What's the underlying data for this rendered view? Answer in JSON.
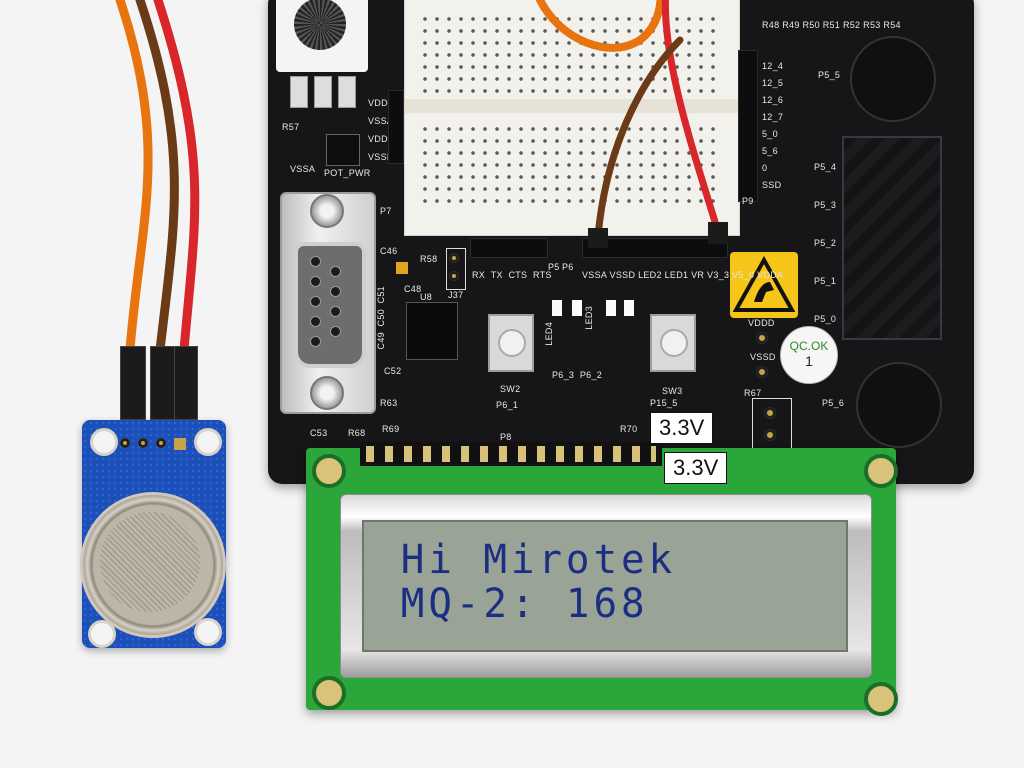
{
  "lcd": {
    "line1": "Hi Mirotek",
    "line2": "MQ-2: 168"
  },
  "board": {
    "voltage_label_1": "3.3V",
    "voltage_label_2": "3.3V",
    "qc_label": "QC.OK",
    "qc_number": "1",
    "silk": {
      "pot_pwr": "POT_PWR",
      "vdda": "VDDA",
      "vssa": "VSSA",
      "vddd": "VDDD",
      "vssd": "VSSD",
      "p7": "P7",
      "j37": "J37",
      "u8": "U8",
      "sw2": "SW2",
      "sw3": "SW3",
      "p8": "P8",
      "p6_1": "P6_1",
      "p6_3": "P6_3",
      "p6_2": "P6_2",
      "p15_5": "P15_5",
      "led4": "LED4",
      "led3": "LED3",
      "led2": "LED2",
      "led1": "LED1",
      "p5_5": "P5_5",
      "p5_4": "P5_4",
      "p5_3": "P5_3",
      "p5_2": "P5_2",
      "p5_1": "P5_1",
      "p5_0": "P5_0",
      "p5_6": "P5_6",
      "r57": "R57",
      "r63": "R63",
      "r68": "R68",
      "r69": "R69",
      "r70": "R70",
      "r67": "R67",
      "c53": "C53",
      "c46": "C46",
      "c48": "C48",
      "c49": "C49",
      "c50": "C50",
      "c51": "C51",
      "c52": "C52",
      "r58": "R58",
      "p5": "P5",
      "p6": "P6",
      "p9": "P9",
      "rx": "RX",
      "tx": "TX",
      "cts": "CTS",
      "rts": "RTS",
      "vr": "VR",
      "v3_3": "V3_3",
      "v5_0": "V5_0",
      "vdda2": "VDDA",
      "vssa2": "VSSA",
      "vssd2": "VSSD",
      "vddd2": "VDDD",
      "vssd3": "VSSD",
      "r48": "R48",
      "r49": "R49",
      "r50": "R50",
      "r51": "R51",
      "r52": "R52",
      "r53": "R53",
      "r54": "R54",
      "p12_4": "12_4",
      "p12_5": "12_5",
      "p12_6": "12_6",
      "p12_7": "12_7",
      "p5_0b": "5_0",
      "p5_6b": "5_6",
      "p0": "0",
      "pssd": "SSD"
    }
  }
}
